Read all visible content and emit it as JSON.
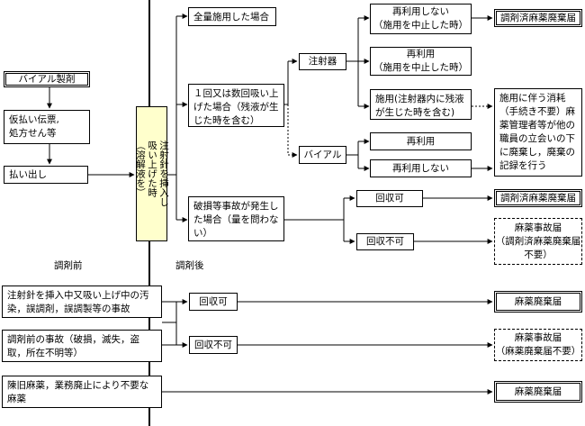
{
  "left": {
    "vial": "バイアル製剤",
    "slip": "仮払い伝票,\n処方せん等",
    "payout": "払い出し"
  },
  "inject": "注射針を挿入し\n吸い上げた時\n（溶解液を）",
  "right": {
    "full_use": "全量施用した場合",
    "multi_use": "１回又は数回吸い上げた場合（残液が生じた時を含む）",
    "syringe": "注射器",
    "vial_branch": "バイアル",
    "no_reuse1": "再利用しない\n（施用を中止した時）",
    "reuse1": "再利用\n（施用を中止した時）",
    "use_remain": "施用(注射器内に残液が生じた時を含む)",
    "reuse2": "再利用",
    "no_reuse2": "再利用しない",
    "disposal_prepared": "調剤済麻薬廃棄届",
    "use_note": "施用に伴う消耗（手続き不要）麻薬管理者等が他の職員の立会いの下に廃棄し，廃棄の記録を行う",
    "damage": "破損等事故が発生した場合（量を問わない）",
    "recoverable": "回収可",
    "unrecoverable": "回収不可",
    "disposal_prepared2": "調剤済麻薬廃棄届",
    "accident_prepared": "麻薬事故届\n（調剤済麻薬廃棄届不要）"
  },
  "labels": {
    "before": "調剤前",
    "after": "調剤後"
  },
  "bottom": {
    "case1": "注射針を挿入中又吸い上げ中の汚染，誤調剤，誤調製等の事故",
    "case2": "調剤前の事故（破損，滅失，盗取，所在不明等）",
    "case3": "陳旧麻薬，業務廃止により不要な麻薬",
    "recoverable": "回収可",
    "unrecoverable": "回収不可",
    "disposal": "麻薬廃棄届",
    "accident": "麻薬事故届\n（麻薬廃棄届不要）",
    "disposal2": "麻薬廃棄届"
  }
}
